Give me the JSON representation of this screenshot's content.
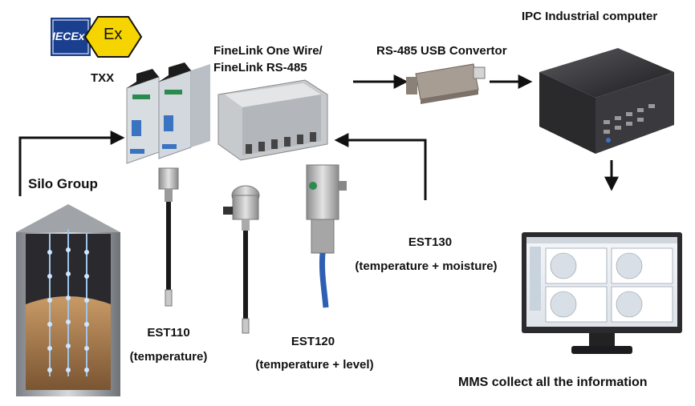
{
  "labels": {
    "iecex": "IECEx",
    "ex": "Ex",
    "txx": "TXX",
    "finelink_line1": "FineLink One Wire/",
    "finelink_line2": "FineLink RS-485",
    "rs485": "RS-485 USB Convertor",
    "ipc": "IPC Industrial computer",
    "silo_group": "Silo Group",
    "est110_name": "EST110",
    "est110_desc": "(temperature)",
    "est120_name": "EST120",
    "est120_desc": "(temperature + level)",
    "est130_name": "EST130",
    "est130_desc": "(temperature + moisture)",
    "mms": "MMS collect all the information"
  },
  "colors": {
    "iecex_blue": "#1b3f8f",
    "ex_yellow": "#f5d400",
    "arrow": "#111111",
    "cable_blue": "#2f5fb3",
    "cable_black": "#1a1a1a",
    "grain": "#a8784a"
  }
}
